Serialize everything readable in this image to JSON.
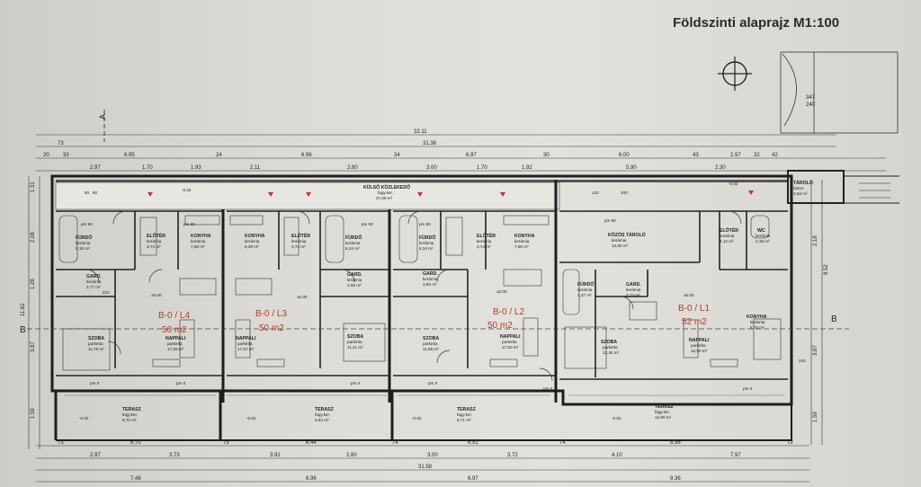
{
  "title": "Földszinti alaprajz M1:100",
  "top_dims": {
    "overall": "32.11",
    "row1": "31.38",
    "row2": [
      "6.95",
      "6.96",
      "6.97",
      "6.00",
      "2.97"
    ],
    "row3": [
      "2.97",
      "1.70",
      "1.93",
      "2.11",
      "2.80",
      "3.00",
      "1.70",
      "1.92",
      "5.90",
      "2.30"
    ],
    "small": [
      "73",
      "20",
      "33",
      "24",
      "34",
      "30",
      "43",
      "32",
      "42",
      "347",
      "240"
    ]
  },
  "bottom_dims": {
    "row1": [
      "6.70",
      "6.44",
      "6.51",
      "8.96"
    ],
    "row1_small": [
      "73",
      "75",
      "74",
      "74",
      "72"
    ],
    "row2": [
      "2.97",
      "3.73",
      "3.91",
      "2.80",
      "3.00",
      "3.72",
      "4.10",
      "7.97"
    ],
    "row3": "31.58",
    "row4": [
      "7.48",
      "6.96",
      "6.97",
      "9.36"
    ]
  },
  "left_dims": [
    "1.31",
    "2.08",
    "1.28",
    "3.87",
    "1.59",
    "11.62"
  ],
  "right_dims": [
    "2.18",
    "8.52",
    "3.87",
    "1.59"
  ],
  "section_marks": {
    "a": "A",
    "b_left": "B",
    "b_right": "B"
  },
  "corridor": {
    "name": "KÜLSŐ KÖZLEKEDŐ",
    "floor": "fagy.ker.",
    "area": "37,09 m²"
  },
  "storage": {
    "name": "TÁROLÓ",
    "floor": "beton",
    "area": "3,63 m²"
  },
  "units": [
    {
      "label": "B-0 / L4",
      "size": "50 m2",
      "rooms": [
        {
          "name": "FÜRDŐ",
          "floor": "kerámia",
          "area": "6,18 m²"
        },
        {
          "name": "ELŐTÉR",
          "floor": "kerámia",
          "area": "3,74 m²"
        },
        {
          "name": "KONYHA",
          "floor": "kerámia",
          "area": "7,58 m²"
        },
        {
          "name": "GARD.",
          "floor": "kerámia",
          "area": "3,77 m²"
        },
        {
          "name": "SZOBA",
          "floor": "parketta",
          "area": "11,76 m²"
        },
        {
          "name": "NAPPALI",
          "floor": "parketta",
          "area": "17,55 m²"
        },
        {
          "name": "TERASZ",
          "floor": "fagy.ker.",
          "area": "9,70 m²"
        }
      ]
    },
    {
      "label": "B-0 / L3",
      "size": "50 m2",
      "rooms": [
        {
          "name": "KONYHA",
          "floor": "kerámia",
          "area": "8,29 m²"
        },
        {
          "name": "ELŐTÉR",
          "floor": "kerámia",
          "area": "3,74 m²"
        },
        {
          "name": "FÜRDŐ",
          "floor": "kerámia",
          "area": "6,24 m²"
        },
        {
          "name": "GARD.",
          "floor": "kerámia",
          "area": "3,55 m²"
        },
        {
          "name": "NAPPALI",
          "floor": "parketta",
          "area": "17,67 m²"
        },
        {
          "name": "SZOBA",
          "floor": "parketta",
          "area": "11,11 m²"
        },
        {
          "name": "TERASZ",
          "floor": "fagy.ker.",
          "area": "9,64 m²"
        }
      ]
    },
    {
      "label": "B-0 / L2",
      "size": "50 m2",
      "rooms": [
        {
          "name": "FÜRDŐ",
          "floor": "kerámia",
          "area": "6,24 m²"
        },
        {
          "name": "ELŐTÉR",
          "floor": "kerámia",
          "area": "3,74 m²"
        },
        {
          "name": "KONYHA",
          "floor": "kerámia",
          "area": "7,55 m²"
        },
        {
          "name": "GARD.",
          "floor": "kerámia",
          "area": "3,80 m²"
        },
        {
          "name": "SZOBA",
          "floor": "parketta",
          "area": "11,88 m²"
        },
        {
          "name": "NAPPALI",
          "floor": "parketta",
          "area": "17,50 m²"
        },
        {
          "name": "TERASZ",
          "floor": "fagy.ker.",
          "area": "9,71 m²"
        }
      ]
    },
    {
      "label": "B-0 / L1",
      "size": "52 m2",
      "rooms": [
        {
          "name": "KÖZÖS TÁROLÓ",
          "floor": "kerámia",
          "area": "12,55 m²"
        },
        {
          "name": "FÜRDŐ",
          "floor": "kerámia",
          "area": "4,37 m²"
        },
        {
          "name": "GARD.",
          "floor": "kerámia",
          "area": "3,23 m²"
        },
        {
          "name": "ELŐTÉR",
          "floor": "kerámia",
          "area": "4,12 m²"
        },
        {
          "name": "WC",
          "floor": "kerámia",
          "area": "2,18 m²"
        },
        {
          "name": "SZOBA",
          "floor": "parketta",
          "area": "12,45 m²"
        },
        {
          "name": "NAPPALI",
          "floor": "parketta",
          "area": "16,90 m²"
        },
        {
          "name": "KONYHA",
          "floor": "kerámia",
          "area": "6,75 m²"
        },
        {
          "name": "TERASZ",
          "floor": "fagy.ker.",
          "area": "12,99 m²"
        }
      ]
    }
  ],
  "level_marks": {
    "zero": "±0.00",
    "minus": "-0.02",
    "pm0": "pm 0",
    "pm90": "pm 90"
  },
  "opening_labels": [
    "60",
    "90",
    "210",
    "240",
    "100",
    "120"
  ]
}
